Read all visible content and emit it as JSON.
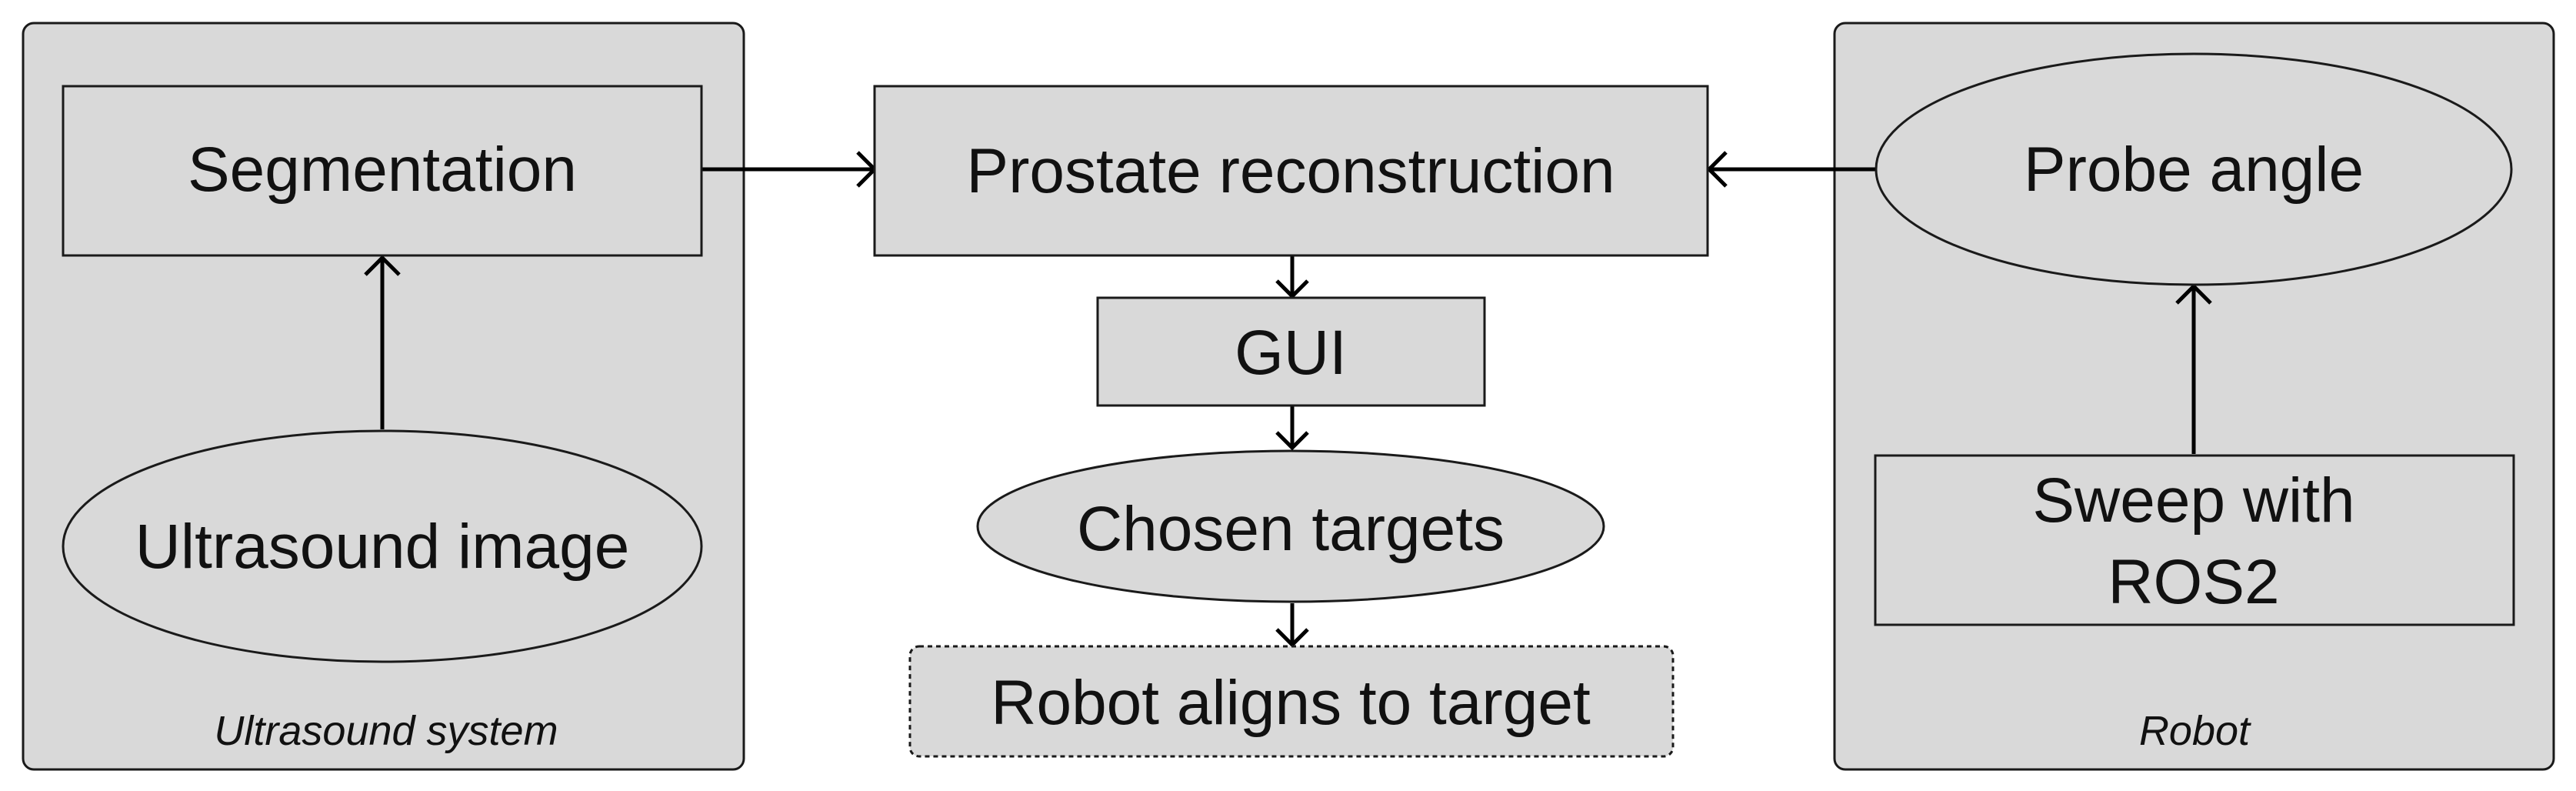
{
  "groups": {
    "ultrasound_system": {
      "label": "Ultrasound system"
    },
    "robot": {
      "label": "Robot"
    }
  },
  "nodes": {
    "segmentation": {
      "label": "Segmentation"
    },
    "ultrasound_image": {
      "label": "Ultrasound image"
    },
    "prostate_reconstruction": {
      "label": "Prostate reconstruction"
    },
    "gui": {
      "label": "GUI"
    },
    "chosen_targets": {
      "label": "Chosen targets"
    },
    "robot_aligns": {
      "label": "Robot aligns to target"
    },
    "probe_angle": {
      "label": "Probe angle"
    },
    "sweep_line1": {
      "label": "Sweep with"
    },
    "sweep_line2": {
      "label": "ROS2"
    }
  },
  "edges": [
    {
      "from": "Ultrasound image",
      "to": "Segmentation"
    },
    {
      "from": "Segmentation",
      "to": "Prostate reconstruction"
    },
    {
      "from": "Probe angle",
      "to": "Prostate reconstruction"
    },
    {
      "from": "Sweep with ROS2",
      "to": "Probe angle"
    },
    {
      "from": "Prostate reconstruction",
      "to": "GUI"
    },
    {
      "from": "GUI",
      "to": "Chosen targets"
    },
    {
      "from": "Chosen targets",
      "to": "Robot aligns to target"
    }
  ]
}
